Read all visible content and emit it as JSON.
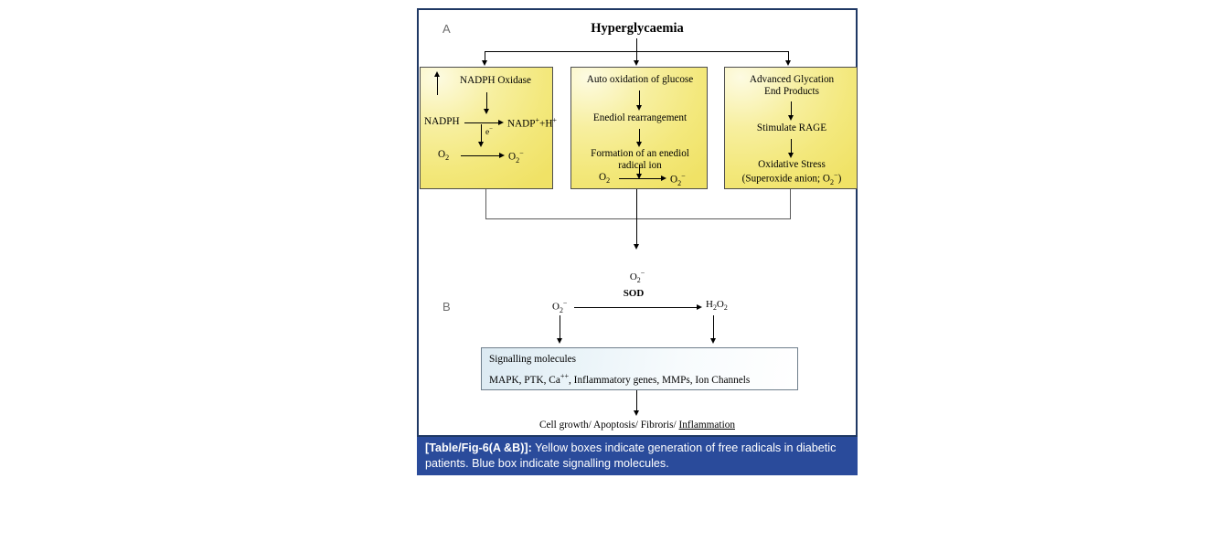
{
  "figure": {
    "section_a_letter": "A",
    "section_b_letter": "B",
    "title": "Hyperglycaemia",
    "mid_superoxide": "O2⁻",
    "outcome": "Cell growth/ Apoptosis/ Fibroris/ Inflammation",
    "outcome_plain": "Cell growth/ Apoptosis/ Fibroris/ ",
    "outcome_underlined": "Inflammation",
    "frame_color": "#1f3864",
    "caption_bg": "#2a4b9b",
    "yellow_box_color": "#f3e87c",
    "blue_box_color": "#dceaf2"
  },
  "boxes": {
    "nadph": {
      "name": "NADPH Oxidase pathway",
      "heading": "NADPH Oxidase",
      "reactant_left": "NADPH",
      "product_right": "NADP⁺+H⁺",
      "electron_label": "e⁻",
      "oxygen": "O2",
      "superoxide": "O2⁻"
    },
    "auto_oxidation": {
      "name": "Auto oxidation of glucose pathway",
      "line1": "Auto oxidation of glucose",
      "line2": "Enediol rearrangement",
      "line3a": "Formation of an enediol",
      "line3b": "radical ion",
      "oxygen": "O2",
      "superoxide": "O2⁻"
    },
    "age": {
      "name": "Advanced Glycation End Products pathway",
      "line1a": "Advanced Glycation",
      "line1b": "End Products",
      "line2": "Stimulate RAGE",
      "line3a": "Oxidative Stress",
      "line3b": "(Superoxide anion; O2⁻)"
    },
    "signalling": {
      "title": "Signalling molecules",
      "list": "MAPK, PTK, Ca⁺⁺, Inflammatory genes, MMPs, Ion Channels"
    }
  },
  "reaction_b": {
    "substrate": "O2⁻",
    "enzyme": "SOD",
    "product": "H2O2"
  },
  "caption": {
    "label": "[Table/Fig-6(A &B)]:",
    "text": " Yellow boxes indicate generation of free radicals in diabetic patients. Blue box indicate signalling molecules."
  }
}
